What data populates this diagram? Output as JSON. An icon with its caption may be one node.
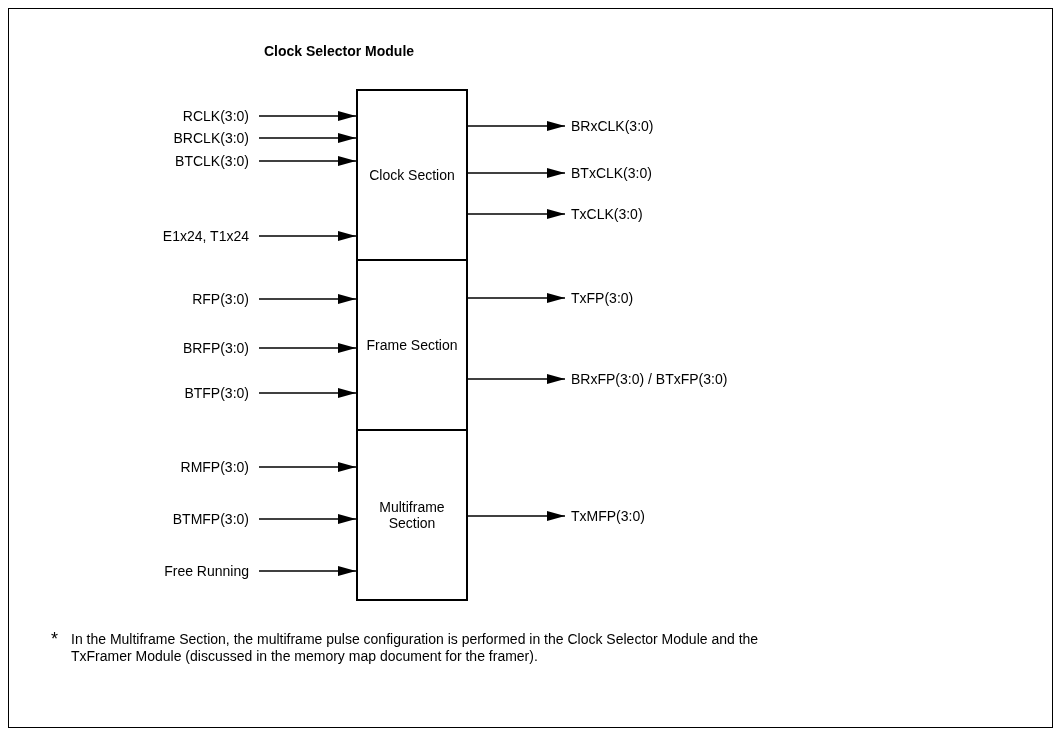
{
  "diagram": {
    "nodes": [
      {
        "text": [
          "Clock Selector Module"
        ]
      },
      {
        "text": [
          "Clock Section"
        ],
        "in": 0
      },
      {
        "text": [
          "Frame Section"
        ],
        "in": 0
      },
      {
        "text": [
          "Multiframe Section"
        ],
        "in": 0
      },
      {
        "text": [
          "RCLK(3:0)"
        ],
        "in": 0
      },
      {
        "text": [
          "BRCLK(3:0)"
        ],
        "in": 0
      },
      {
        "text": [
          "BTCLK(3:0)"
        ],
        "in": 0
      },
      {
        "text": [
          "E1x24, T1x24"
        ],
        "in": 0
      },
      {
        "text": [
          "RFP(3:0)"
        ],
        "in": 0
      },
      {
        "text": [
          "BRFP(3:0)"
        ],
        "in": 0
      },
      {
        "text": [
          "BTFP(3:0)"
        ],
        "in": 0
      },
      {
        "text": [
          "RMFP(3:0)"
        ],
        "in": 0
      },
      {
        "text": [
          "BTMFP(3:0)"
        ],
        "in": 0
      },
      {
        "text": [
          "Free Running"
        ],
        "in": 0
      },
      {
        "text": [
          "BRxCLK(3:0)"
        ],
        "in": 0
      },
      {
        "text": [
          "BTxCLK(3:0)"
        ],
        "in": 0
      },
      {
        "text": [
          "TxCLK(3:0)"
        ],
        "in": 0
      },
      {
        "text": [
          "TxFP(3:0)"
        ],
        "in": 0
      },
      {
        "text": [
          "BRxFP(3:0) / BTxFP(3:0)"
        ],
        "in": 0
      },
      {
        "text": [
          "TxMFP(3:0)"
        ],
        "in": 0
      }
    ],
    "edges": [
      {
        "from": 4,
        "to": 1,
        "arrow": "to"
      },
      {
        "from": 5,
        "to": 1,
        "arrow": "to"
      },
      {
        "from": 6,
        "to": 1,
        "arrow": "to"
      },
      {
        "from": 7,
        "to": 1,
        "arrow": "to"
      },
      {
        "from": 8,
        "to": 2,
        "arrow": "to"
      },
      {
        "from": 9,
        "to": 2,
        "arrow": "to"
      },
      {
        "from": 10,
        "to": 2,
        "arrow": "to"
      },
      {
        "from": 11,
        "to": 3,
        "arrow": "to"
      },
      {
        "from": 12,
        "to": 3,
        "arrow": "to"
      },
      {
        "from": 13,
        "to": 3,
        "arrow": "to"
      },
      {
        "from": 1,
        "to": 14,
        "arrow": "to"
      },
      {
        "from": 1,
        "to": 15,
        "arrow": "to"
      },
      {
        "from": 1,
        "to": 16,
        "arrow": "to"
      },
      {
        "from": 2,
        "to": 17,
        "arrow": "to"
      },
      {
        "from": 2,
        "to": 18,
        "arrow": "to"
      },
      {
        "from": 3,
        "to": 19,
        "arrow": "to"
      }
    ],
    "labels": [
      "*",
      "In the Multiframe Section, the multiframe pulse configuration is performed in the Clock Selector Module and the TxFramer Module (discussed in the memory map document for the framer)."
    ]
  }
}
